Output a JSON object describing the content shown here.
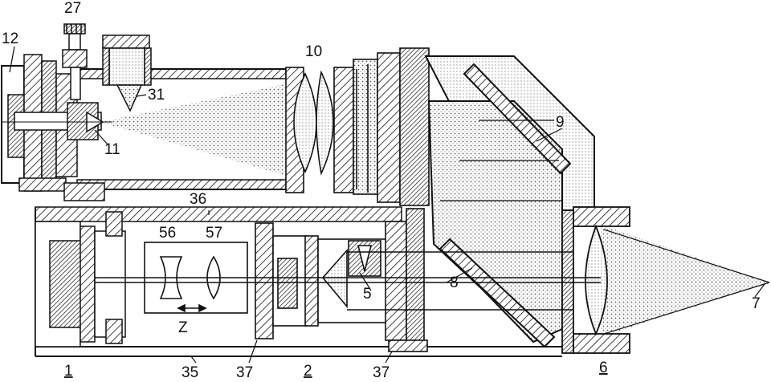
{
  "figure": {
    "reference_numerals": {
      "n1": "1",
      "n2": "2",
      "n5": "5",
      "n6": "6",
      "n7": "7",
      "n8": "8",
      "n9": "9",
      "n10": "10",
      "n11": "11",
      "n12": "12",
      "n27": "27",
      "n31": "31",
      "n35": "35",
      "n36": "36",
      "n37a": "37",
      "n37b": "37",
      "n56": "56",
      "n57": "57",
      "z": "Z"
    },
    "colors": {
      "ink": "#111111",
      "stipple": "#9a9a9a",
      "background": "#ffffff"
    }
  }
}
